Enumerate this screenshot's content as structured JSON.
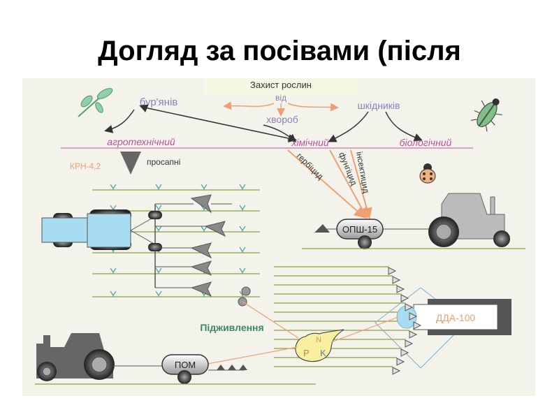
{
  "slide": {
    "title_line1": "Догляд за посівами (після",
    "title_line2": "сходовий)"
  },
  "diagram": {
    "header": "Захист рослин",
    "from": "від",
    "targets": {
      "weeds": "бур'янів",
      "diseases": "хвороб",
      "pests": "шкідників"
    },
    "methods": {
      "agrotechnical": "агротехнічний",
      "chemical": "хімічний",
      "biological": "біологічний"
    },
    "chemicals": {
      "herbicide": "гербіцид",
      "fungicide": "фунгіцид",
      "insecticide": "інсектицид"
    },
    "machines": {
      "cultivator": "КРН-4,2",
      "cultivator_note": "просапні",
      "sprayer": "ОПШ-15",
      "feeder": "ПОМ",
      "dda": "ДДА-100"
    },
    "fertilizing": {
      "label": "Підживлення",
      "n": "N",
      "p": "P",
      "k": "K"
    },
    "colors": {
      "method_text": "#c0509a",
      "target_text": "#8a7fc0",
      "arrow_orange": "#f0a070",
      "tractor_blue": "#a8dcf0",
      "grass_green": "#4a9a60",
      "fert_green": "#3a8a5a",
      "header_bg": "#f6f6e4"
    }
  }
}
